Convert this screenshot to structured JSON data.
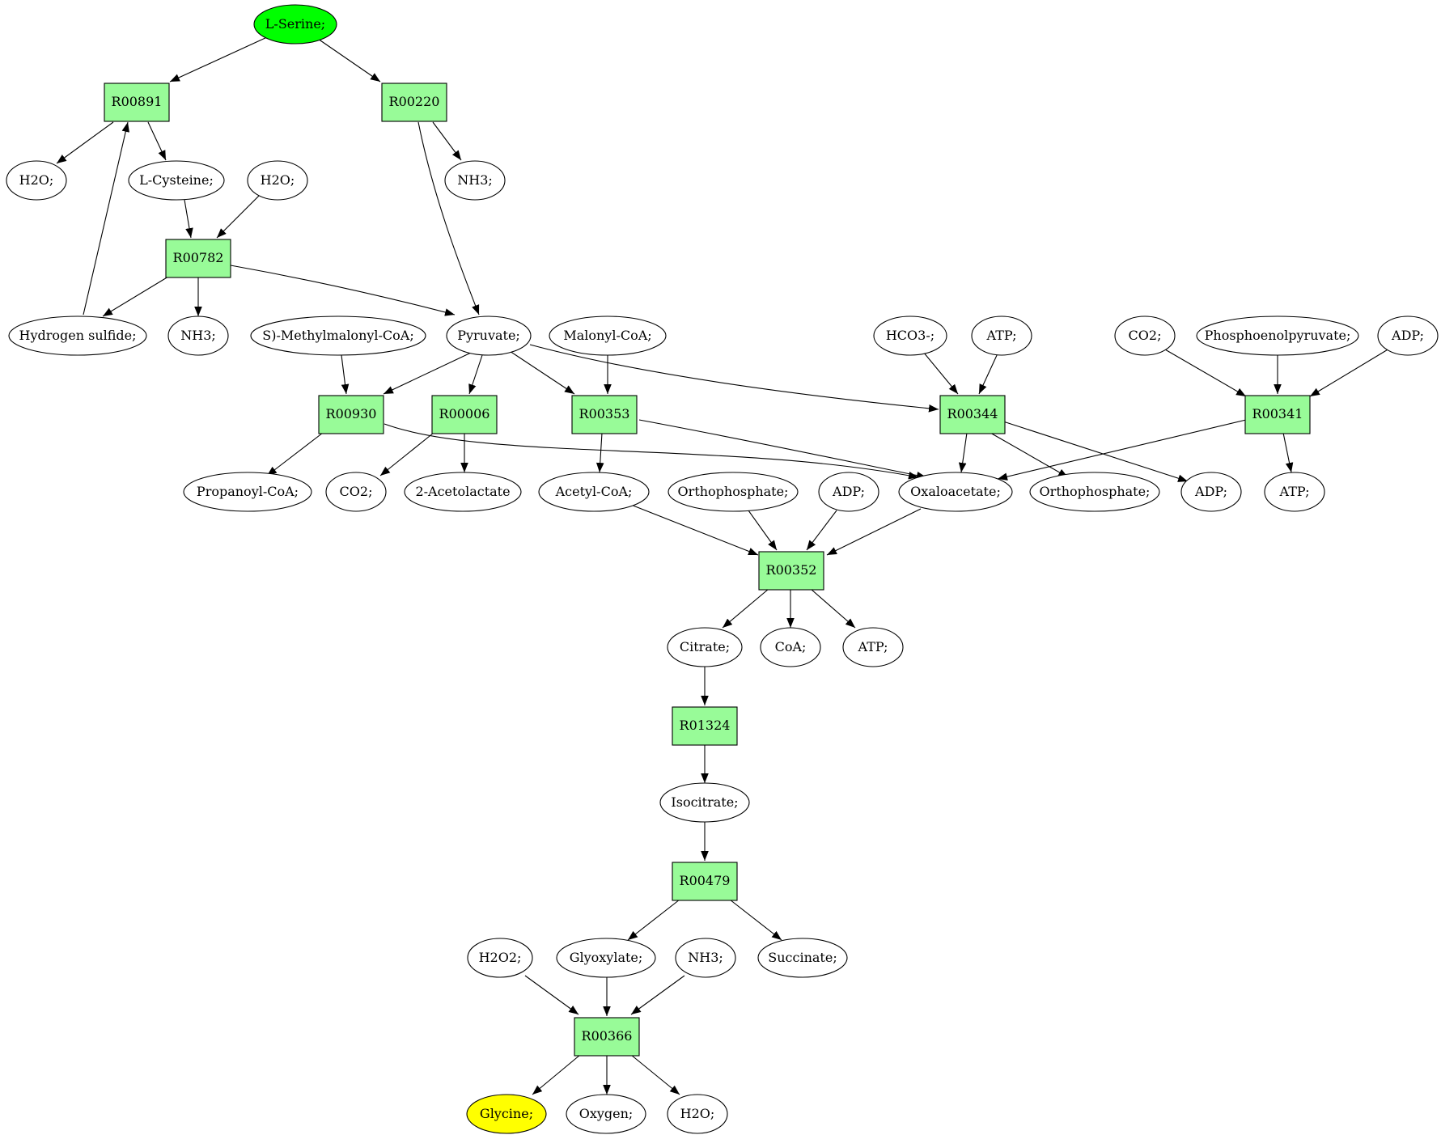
{
  "colors": {
    "reaction_fill": "#98fb98",
    "compound_fill": "#ffffff",
    "start_fill": "#00ff00",
    "end_fill": "#ffff00",
    "stroke": "#000000"
  },
  "nodes": {
    "serine": "L-Serine;",
    "r00891": "R00891",
    "r00220": "R00220",
    "h2o_a": "H2O;",
    "cysteine": "L-Cysteine;",
    "h2o_b": "H2O;",
    "nh3_a": "NH3;",
    "r00782": "R00782",
    "h2s": "Hydrogen sulfide;",
    "nh3_b": "NH3;",
    "methylmalonyl": "S)-Methylmalonyl-CoA;",
    "pyruvate": "Pyruvate;",
    "malonyl": "Malonyl-CoA;",
    "hco3": "HCO3-;",
    "atp_a": "ATP;",
    "co2_a": "CO2;",
    "pep": "Phosphoenolpyruvate;",
    "adp_a": "ADP;",
    "r00930": "R00930",
    "r00006": "R00006",
    "r00353": "R00353",
    "r00344": "R00344",
    "r00341": "R00341",
    "propanoyl": "Propanoyl-CoA;",
    "co2_b": "CO2;",
    "acetolactate": "2-Acetolactate",
    "acetylcoa": "Acetyl-CoA;",
    "orthophos_a": "Orthophosphate;",
    "adp_b": "ADP;",
    "oxaloacetate": "Oxaloacetate;",
    "orthophos_b": "Orthophosphate;",
    "adp_c": "ADP;",
    "atp_b": "ATP;",
    "r00352": "R00352",
    "citrate": "Citrate;",
    "coa": "CoA;",
    "atp_c": "ATP;",
    "r01324": "R01324",
    "isocitrate": "Isocitrate;",
    "r00479": "R00479",
    "h2o2": "H2O2;",
    "glyoxylate": "Glyoxylate;",
    "nh3_c": "NH3;",
    "succinate": "Succinate;",
    "r00366": "R00366",
    "glycine": "Glycine;",
    "oxygen": "Oxygen;",
    "h2o_c": "H2O;"
  }
}
